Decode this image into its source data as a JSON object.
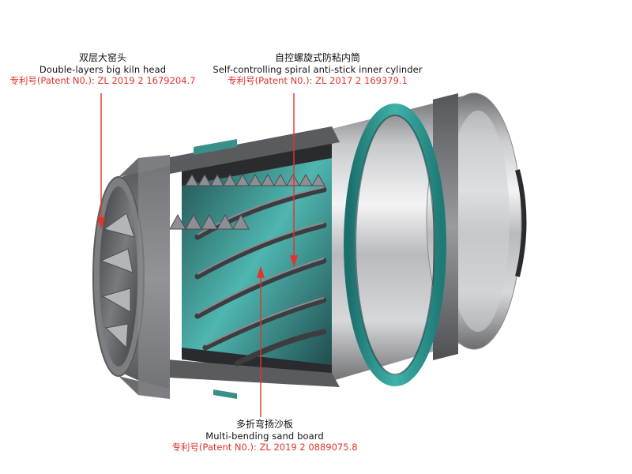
{
  "colors": {
    "patent": "#e2342a",
    "arrow": "#e2342a",
    "shell": "#a9aaac",
    "teal": "#2f9c96",
    "interior": "#6f7072"
  },
  "labels": {
    "kiln_head": {
      "cn": "双层大窑头",
      "en": "Double-layers big kiln head",
      "patent": "专利号(Patent N0.):  ZL 2019 2 1679204.7"
    },
    "spiral_cylinder": {
      "cn": "自控螺旋式防粘内筒",
      "en": "Self-controlling spiral anti-stick inner cylinder",
      "patent": "专利号(Patent N0.):  ZL 2017 2 169379.1"
    },
    "sand_board": {
      "cn": "多折弯扬沙板",
      "en": "Multi-bending sand board",
      "patent": "专利号(Patent N0.):  ZL 2019 2 0889075.8"
    }
  }
}
